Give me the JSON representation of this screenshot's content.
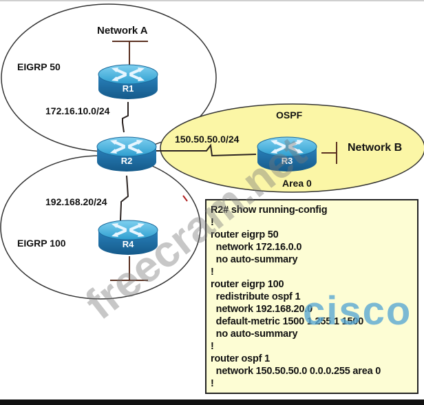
{
  "diagram": {
    "domains": [
      {
        "name": "EIGRP 50",
        "type": "eigrp"
      },
      {
        "name": "EIGRP 100",
        "type": "eigrp"
      },
      {
        "name": "OSPF",
        "type": "ospf",
        "area": "Area 0"
      }
    ],
    "routers": [
      {
        "id": "R1",
        "label": "R1"
      },
      {
        "id": "R2",
        "label": "R2"
      },
      {
        "id": "R3",
        "label": "R3"
      },
      {
        "id": "R4",
        "label": "R4"
      }
    ],
    "links": [
      {
        "from": "R1",
        "to": "R2",
        "label": "172.16.10.0/24",
        "type": "serial"
      },
      {
        "from": "R2",
        "to": "R3",
        "label": "150.50.50.0/24",
        "type": "serial"
      },
      {
        "from": "R2",
        "to": "R4",
        "label": "192.168.20/24",
        "type": "serial"
      }
    ],
    "networks": [
      {
        "name": "Network A",
        "attached_to": "R1"
      },
      {
        "name": "Network B",
        "attached_to": "R3"
      },
      {
        "name": "",
        "attached_to": "R4"
      }
    ],
    "labels": {
      "eigrp50": "EIGRP 50",
      "eigrp100": "EIGRP 100",
      "ospf": "OSPF",
      "area0": "Area 0",
      "network_a": "Network A",
      "network_b": "Network B",
      "link_r1_r2": "172.16.10.0/24",
      "link_r2_r3": "150.50.50.0/24",
      "link_r2_r4": "192.168.20/24",
      "r1": "R1",
      "r2": "R2",
      "r3": "R3",
      "r4": "R4"
    }
  },
  "config": {
    "lines": [
      "R2# show running-config",
      "!",
      "router eigrp 50",
      "  network 172.16.0.0",
      "  no auto-summary",
      "!",
      "router eigrp 100",
      "  redistribute ospf 1",
      "  network 192.168.20.0",
      "  default-metric 1500 1 255 1 1500",
      "  no auto-summary",
      "!",
      "router ospf 1",
      "  network 150.50.50.0 0.0.0.255 area 0",
      "!"
    ]
  },
  "watermarks": {
    "site": "freecram.net",
    "brand": "cisco"
  },
  "colors": {
    "router_top": "#4fb8e0",
    "router_side": "#1f6ea6",
    "ospf_fill": "#fbf6a6",
    "config_fill": "#fdfdd4",
    "link": "#3a2a20",
    "cisco_blue": "#5aa8d2"
  }
}
